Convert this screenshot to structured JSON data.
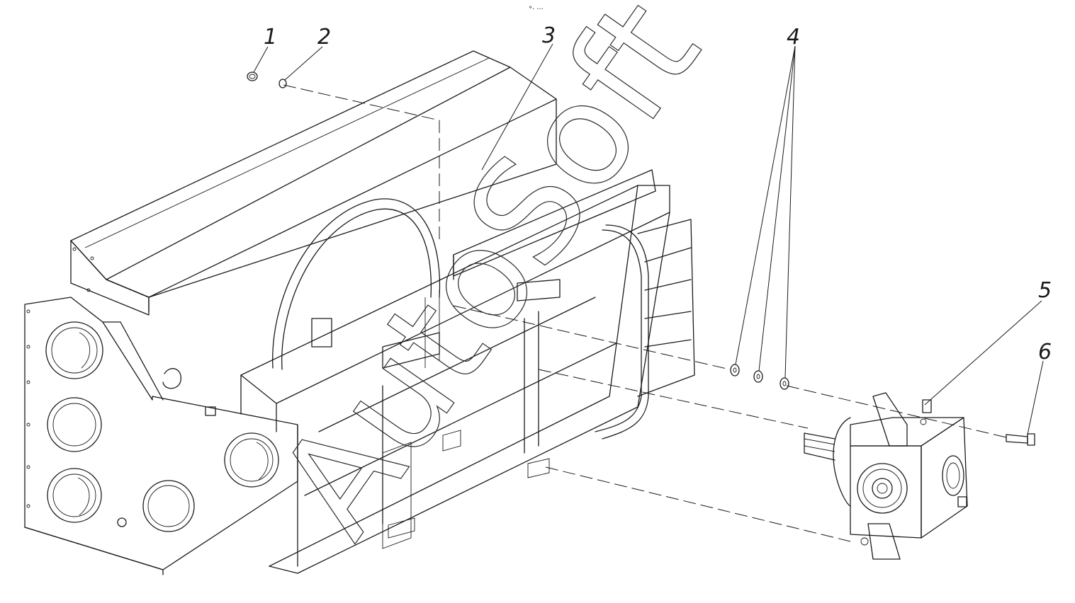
{
  "top_mark": "°· ···",
  "callouts": [
    {
      "id": "1",
      "label": "1"
    },
    {
      "id": "2",
      "label": "2"
    },
    {
      "id": "3",
      "label": "3"
    },
    {
      "id": "4",
      "label": "4"
    },
    {
      "id": "5",
      "label": "5"
    },
    {
      "id": "6",
      "label": "6"
    }
  ],
  "watermark": "AutoSoft",
  "colors": {
    "line": "#1a1a1a",
    "background": "#ffffff"
  }
}
